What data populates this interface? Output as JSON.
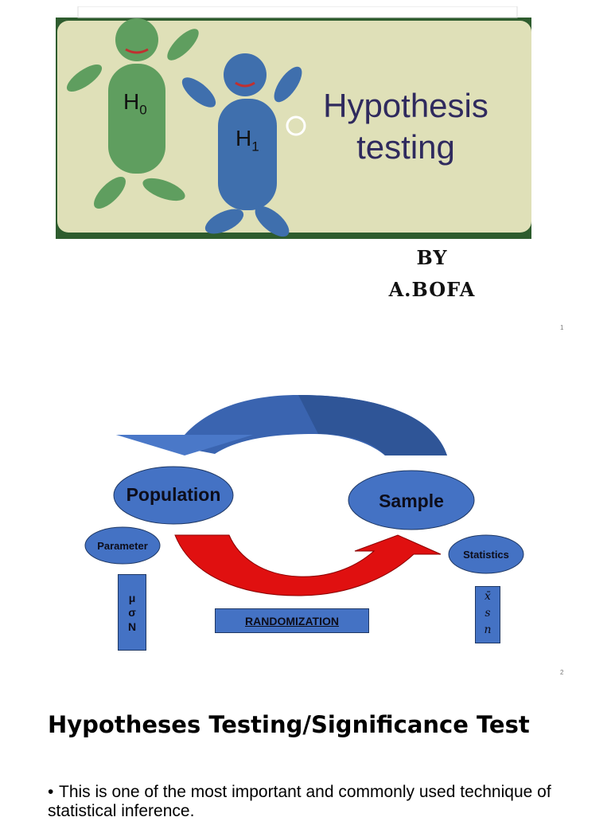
{
  "slide1": {
    "banner": {
      "title_line1": "Hypothesis",
      "title_line2": "testing",
      "figure1_label": "H",
      "figure1_sub": "0",
      "figure2_label": "H",
      "figure2_sub": "1",
      "colors": {
        "background": "#dfe0b8",
        "figure1": "#5f9e5f",
        "figure2": "#3f6fad",
        "title": "#2f2a5e"
      }
    },
    "author_line1": "BY",
    "author_line2": "A.BOFA",
    "page_number": "1"
  },
  "slide2": {
    "population_label": "Population",
    "sample_label": "Sample",
    "parameter_label": "Parameter",
    "statistics_label": "Statistics",
    "parameter_symbols": [
      "μ",
      "σ",
      "N"
    ],
    "statistic_symbols": [
      "x̄",
      "s",
      "n"
    ],
    "randomization_label": "RANDOMIZATION",
    "page_number": "2",
    "colors": {
      "ellipse": "#4472c4",
      "top_arrow": "#3a64b0",
      "bottom_arrow": "#e01010"
    }
  },
  "slide3": {
    "title": "Hypotheses Testing/Significance Test",
    "bullet_marker": "•",
    "bullet_text": "This is one of the most important and commonly used technique of statistical inference."
  }
}
